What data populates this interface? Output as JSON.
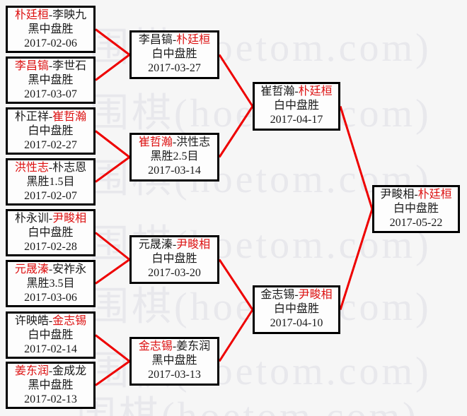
{
  "watermark": {
    "text": "围棋(hoetom.com)"
  },
  "name_separator": "-",
  "colors": {
    "connector_red": "#ee0000",
    "winner_red": "#dd1111",
    "loser_black": "#1a1a1a",
    "box_border": "#000000",
    "box_bg": "#fdfdfd",
    "page_bg": "#f6f6f6",
    "watermark": "#e8e8ec"
  },
  "bracket": {
    "rounds": [
      {
        "matches": [
          {
            "p1": "朴廷桓",
            "p2": "李映九",
            "winner": "p1",
            "result": "黑中盘胜",
            "date": "2017-02-06"
          },
          {
            "p1": "李昌镐",
            "p2": "李世石",
            "winner": "p1",
            "result": "黑中盘胜",
            "date": "2017-03-07"
          },
          {
            "p1": "朴正祥",
            "p2": "崔哲瀚",
            "winner": "p2",
            "result": "白中盘胜",
            "date": "2017-02-27"
          },
          {
            "p1": "洪性志",
            "p2": "朴志恩",
            "winner": "p1",
            "result": "黑胜1.5目",
            "date": "2017-02-07"
          },
          {
            "p1": "朴永训",
            "p2": "尹畯相",
            "winner": "p2",
            "result": "白中盘胜",
            "date": "2017-02-28"
          },
          {
            "p1": "元晟溱",
            "p2": "安祚永",
            "winner": "p1",
            "result": "黑胜3.5目",
            "date": "2017-03-06"
          },
          {
            "p1": "许映皓",
            "p2": "金志锡",
            "winner": "p2",
            "result": "白中盘胜",
            "date": "2017-02-14"
          },
          {
            "p1": "姜东润",
            "p2": "金成龙",
            "winner": "p1",
            "result": "黑中盘胜",
            "date": "2017-02-13"
          }
        ]
      },
      {
        "matches": [
          {
            "p1": "李昌镐",
            "p2": "朴廷桓",
            "winner": "p2",
            "result": "白中盘胜",
            "date": "2017-03-27"
          },
          {
            "p1": "崔哲瀚",
            "p2": "洪性志",
            "winner": "p1",
            "result": "黑胜2.5目",
            "date": "2017-03-14"
          },
          {
            "p1": "元晟溱",
            "p2": "尹畯相",
            "winner": "p2",
            "result": "白中盘胜",
            "date": "2017-03-20"
          },
          {
            "p1": "金志锡",
            "p2": "姜东润",
            "winner": "p1",
            "result": "黑中盘胜",
            "date": "2017-03-13"
          }
        ]
      },
      {
        "matches": [
          {
            "p1": "崔哲瀚",
            "p2": "朴廷桓",
            "winner": "p2",
            "result": "白中盘胜",
            "date": "2017-04-17"
          },
          {
            "p1": "金志锡",
            "p2": "尹畯相",
            "winner": "p2",
            "result": "白中盘胜",
            "date": "2017-04-10"
          }
        ]
      },
      {
        "matches": [
          {
            "p1": "尹畯相",
            "p2": "朴廷桓",
            "winner": "p2",
            "result": "白中盘胜",
            "date": "2017-05-22"
          }
        ]
      }
    ]
  }
}
